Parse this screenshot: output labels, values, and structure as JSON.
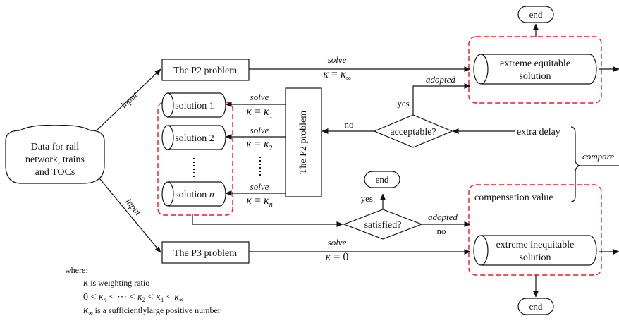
{
  "nodes": {
    "data": [
      "Data for rail",
      "network, trains",
      "and TOCs"
    ],
    "p2_top": "The P2 problem",
    "p2_vertical": "The P2 problem",
    "p3": "The P3 problem",
    "sol1": "solution 1",
    "sol2": "solution 2",
    "soln_prefix": "solution ",
    "soln_n": "n",
    "extreme_eq": [
      "extreme equitable",
      "solution"
    ],
    "extreme_ineq": [
      "extreme inequitable",
      "solution"
    ],
    "acceptable": "acceptable?",
    "satisfied": "satisfied?",
    "extra_delay": "extra delay",
    "compensation": "compensation value",
    "end": "end"
  },
  "edges": {
    "input": "input",
    "solve": "solve",
    "adopted": "adopted",
    "yes": "yes",
    "no": "no",
    "compare": "compare"
  },
  "formulas": {
    "k": "κ",
    "eq": "=",
    "inf": "∞",
    "one": "1",
    "two": "2",
    "n": "n",
    "zero": "0"
  },
  "legend": {
    "where": "where:",
    "l1": "is weighting ratio",
    "l2_zero": "0 <",
    "l2_mid": "< ⋯ <",
    "l2_lt": "<",
    "l3": "is a sufficientlylarge positive number"
  }
}
